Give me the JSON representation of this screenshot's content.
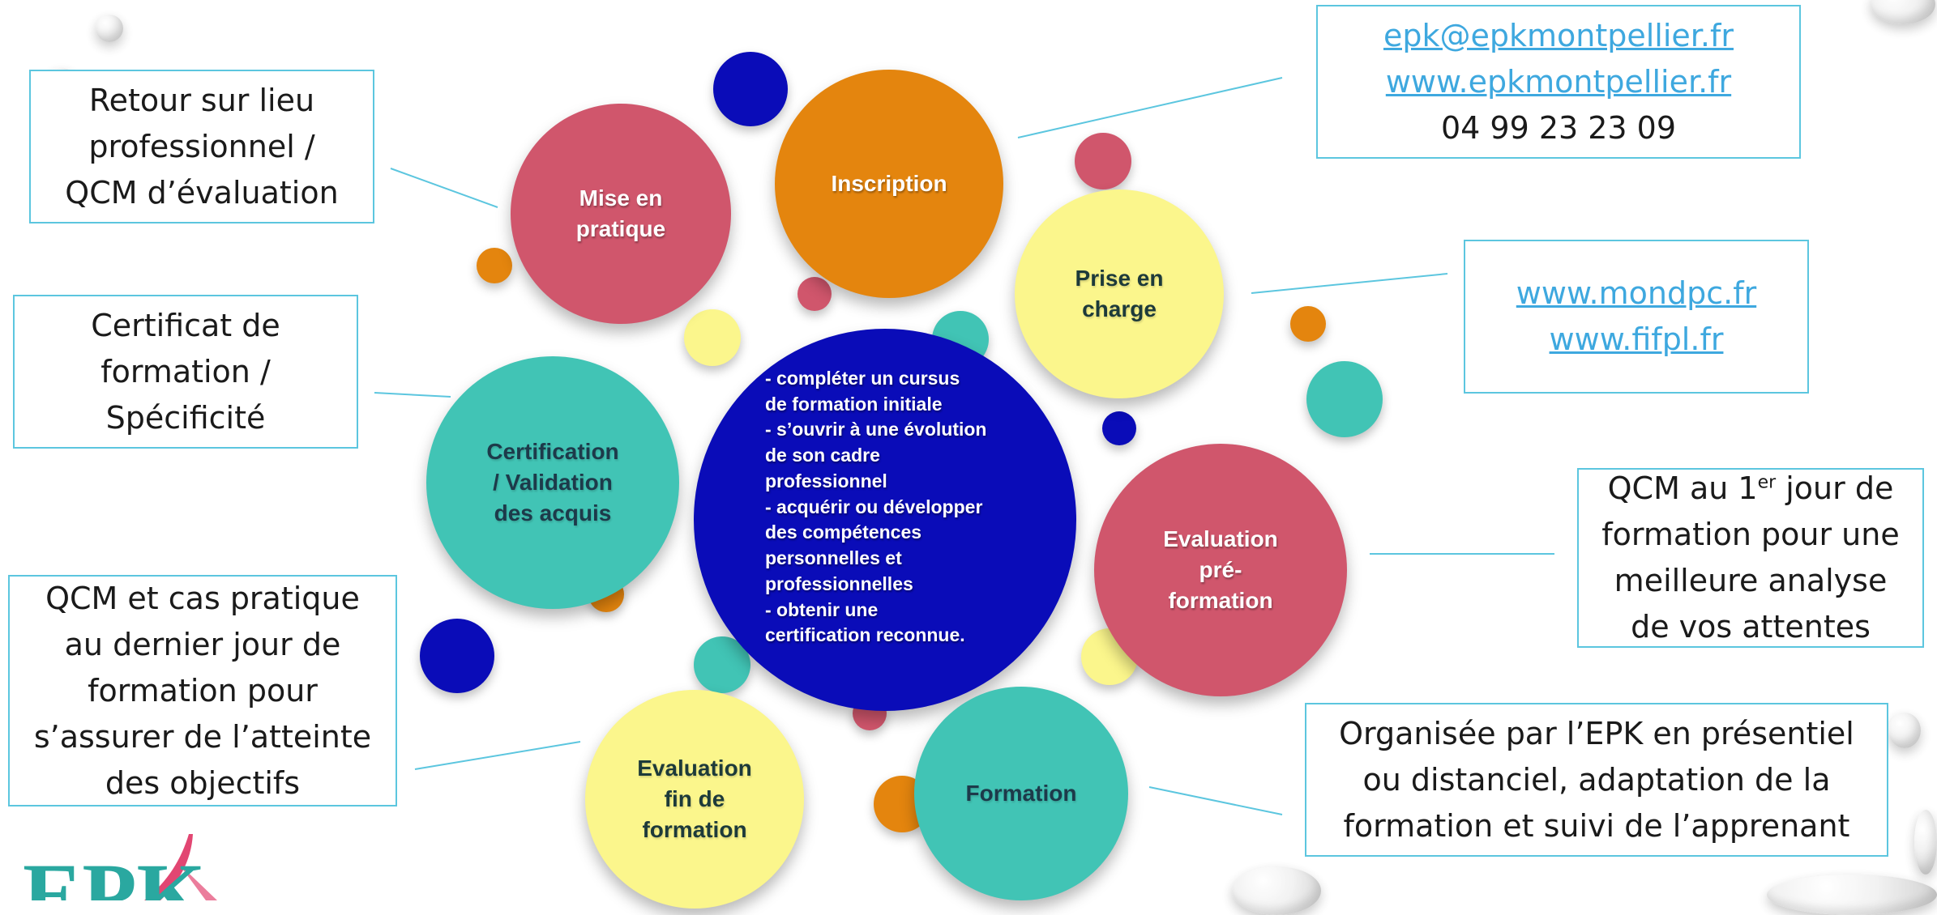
{
  "bubbles": {
    "inscription": "Inscription",
    "prise_en_charge": "Prise en\ncharge",
    "evaluation_pre": "Evaluation\npré-\nformation",
    "formation": "Formation",
    "evaluation_fin": "Evaluation\nfin de\nformation",
    "certification": "Certification\n/ Validation\ndes acquis",
    "mise_en_pratique": "Mise en\npratique"
  },
  "center": {
    "items": [
      "- compléter un cursus",
      "de formation initiale",
      "- s’ouvrir à une évolution",
      "de son cadre",
      "professionnel",
      "- acquérir ou développer",
      "des compétences",
      "personnelles et",
      "professionnelles",
      "- obtenir une",
      "certification reconnue."
    ]
  },
  "boxes": {
    "retour": "Retour sur lieu\nprofessionnel /\nQCM d’évaluation",
    "certificat": "Certificat de\nformation /\nSpécificité",
    "qcm_fin": "QCM et cas pratique\nau dernier jour de\nformation pour\ns’assurer de l’atteinte\ndes objectifs",
    "contact": {
      "email": "epk@epkmontpellier.fr",
      "website": "www.epkmontpellier.fr",
      "phone": "04 99 23 23 09"
    },
    "funding": {
      "link1": "www.mondpc.fr",
      "link2": "www.fifpl.fr"
    },
    "qcm_debut": {
      "prefix": "QCM au 1",
      "superscript": "er",
      "suffix": " jour de",
      "rest": "formation pour une\nmeilleure analyse\nde vos attentes"
    },
    "organisee": "Organisée par l’EPK en présentiel\nou distanciel, adaptation de la\nformation et suivi de l’apprenant"
  },
  "logo": {
    "text": "EPK"
  },
  "colors": {
    "pink": "#d0566c",
    "orange": "#e4850e",
    "yellow": "#fbf68c",
    "teal": "#41c4b5",
    "blue": "#0a0cb8",
    "box_border": "#5cc6df",
    "link": "#3ea8df"
  }
}
